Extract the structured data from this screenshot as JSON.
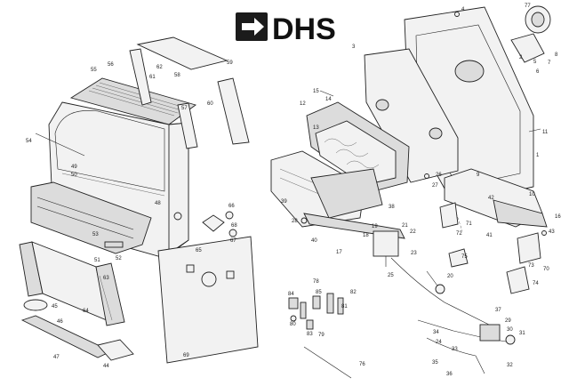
{
  "logo": {
    "text": "DHS",
    "colors": {
      "badge": "#1b1b1b",
      "arrow": "#ffffff",
      "text": "#111111"
    }
  },
  "diagram": {
    "callouts": [
      "1",
      "2",
      "3",
      "4",
      "5",
      "6",
      "7",
      "8",
      "9",
      "10",
      "11",
      "12",
      "13",
      "14",
      "15",
      "16",
      "17",
      "18",
      "19",
      "20",
      "21",
      "22",
      "23",
      "24",
      "25",
      "26",
      "27",
      "28",
      "29",
      "30",
      "31",
      "32",
      "33",
      "34",
      "35",
      "36",
      "37",
      "38",
      "39",
      "40",
      "41",
      "42",
      "43",
      "44",
      "45",
      "46",
      "47",
      "48",
      "49",
      "50",
      "51",
      "52",
      "53",
      "54",
      "55",
      "56",
      "57",
      "58",
      "59",
      "60",
      "61",
      "62",
      "63",
      "64",
      "65",
      "66",
      "67",
      "68",
      "69",
      "70",
      "71",
      "72",
      "73",
      "74",
      "75",
      "76",
      "77",
      "78",
      "79",
      "80",
      "81",
      "82",
      "83",
      "84",
      "85"
    ]
  }
}
